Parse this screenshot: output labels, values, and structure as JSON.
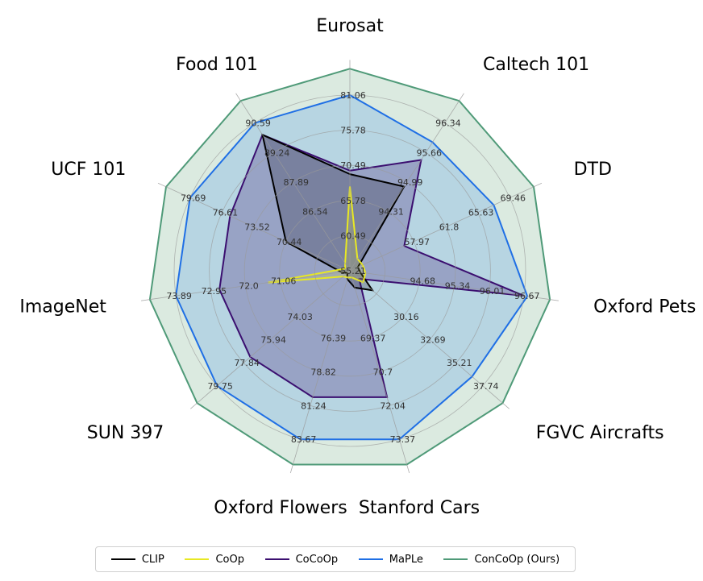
{
  "chart_data": {
    "type": "radar",
    "title": "",
    "axes": [
      "Eurosat",
      "Caltech 101",
      "DTD",
      "Oxford Pets",
      "FGVC Aircrafts",
      "Stanford Cars",
      "Oxford Flowers",
      "SUN 397",
      "ImageNet",
      "UCF 101",
      "Food 101"
    ],
    "rings": 5,
    "grid": true,
    "tick_labels": [
      [
        "55.21",
        "60.49",
        "65.78",
        "70.49",
        "75.78",
        "81.06"
      ],
      [
        "94.31",
        "94.99",
        "95.66",
        "96.34"
      ],
      [
        "57.97",
        "61.8",
        "65.63",
        "69.46"
      ],
      [
        "94.68",
        "95.34",
        "96.01",
        "96.67"
      ],
      [
        "30.16",
        "32.69",
        "35.21",
        "37.74"
      ],
      [
        "69.37",
        "70.7",
        "72.04",
        "73.37"
      ],
      [
        "76.39",
        "78.82",
        "81.24",
        "83.67"
      ],
      [
        "74.03",
        "75.94",
        "77.84",
        "79.75"
      ],
      [
        "71.06",
        "72.0",
        "72.95",
        "73.89"
      ],
      [
        "70.44",
        "73.52",
        "76.61",
        "79.69"
      ],
      [
        "86.54",
        "87.89",
        "89.24",
        "90.59"
      ]
    ],
    "series": [
      {
        "name": "CLIP",
        "color": "#000000",
        "fill": "#1a1a2e",
        "fill_opacity": 0.25,
        "values": [
          0.55,
          0.57,
          0.05,
          0.06,
          0.17,
          0.1,
          0.05,
          0.02,
          0.05,
          0.4,
          0.92
        ]
      },
      {
        "name": "CoOp",
        "color": "#e8e823",
        "fill": "#e8e823",
        "fill_opacity": 0.15,
        "values": [
          0.48,
          0.08,
          0.08,
          0.09,
          0.1,
          0.04,
          0.04,
          0.05,
          0.47,
          0.03,
          0.05
        ]
      },
      {
        "name": "CoCoOp",
        "color": "#3b0f70",
        "fill": "#3b0f70",
        "fill_opacity": 0.25,
        "values": [
          0.57,
          0.75,
          0.34,
          1.0,
          0.07,
          0.75,
          0.75,
          0.75,
          0.75,
          0.75,
          0.92
        ]
      },
      {
        "name": "MaPLe",
        "color": "#1f6fe5",
        "fill": "#5b9fe8",
        "fill_opacity": 0.28,
        "values": [
          1.0,
          0.87,
          0.9,
          1.02,
          0.92,
          1.0,
          1.0,
          1.0,
          1.0,
          1.0,
          1.0
        ]
      },
      {
        "name": "ConCoOp (Ours)",
        "color": "#4f9a78",
        "fill": "#8fbea0",
        "fill_opacity": 0.32,
        "values": [
          1.15,
          1.15,
          1.15,
          1.15,
          1.15,
          1.15,
          1.15,
          1.15,
          1.15,
          1.15,
          1.15
        ]
      }
    ],
    "legend_position": "bottom"
  }
}
